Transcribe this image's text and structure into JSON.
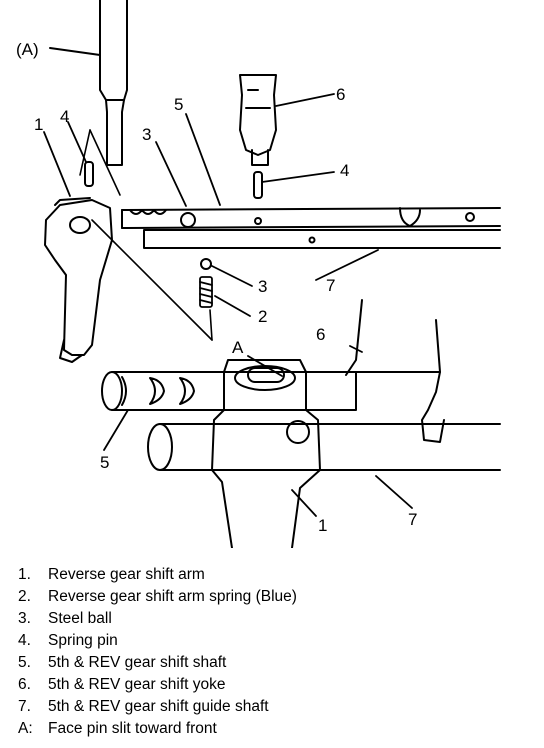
{
  "callouts": {
    "a_top": "(A)",
    "c1_upper": "1",
    "c4_upper_left": "4",
    "c3_upper": "3",
    "c5_upper": "5",
    "c6_upper": "6",
    "c4_upper_right": "4",
    "c3_mid": "3",
    "c2_mid": "2",
    "c7_upper": "7",
    "c6_lower": "6",
    "a_lower": "A",
    "c5_lower": "5",
    "c1_lower": "1",
    "c7_lower": "7"
  },
  "legend": [
    {
      "key": "1.",
      "text": "Reverse gear shift arm"
    },
    {
      "key": "2.",
      "text": "Reverse gear shift arm spring (Blue)"
    },
    {
      "key": "3.",
      "text": "Steel ball"
    },
    {
      "key": "4.",
      "text": "Spring pin"
    },
    {
      "key": "5.",
      "text": "5th & REV gear shift shaft"
    },
    {
      "key": "6.",
      "text": "5th & REV gear shift yoke"
    },
    {
      "key": "7.",
      "text": "5th & REV gear shift guide shaft"
    },
    {
      "key": "A:",
      "text": "Face pin slit toward front"
    }
  ]
}
